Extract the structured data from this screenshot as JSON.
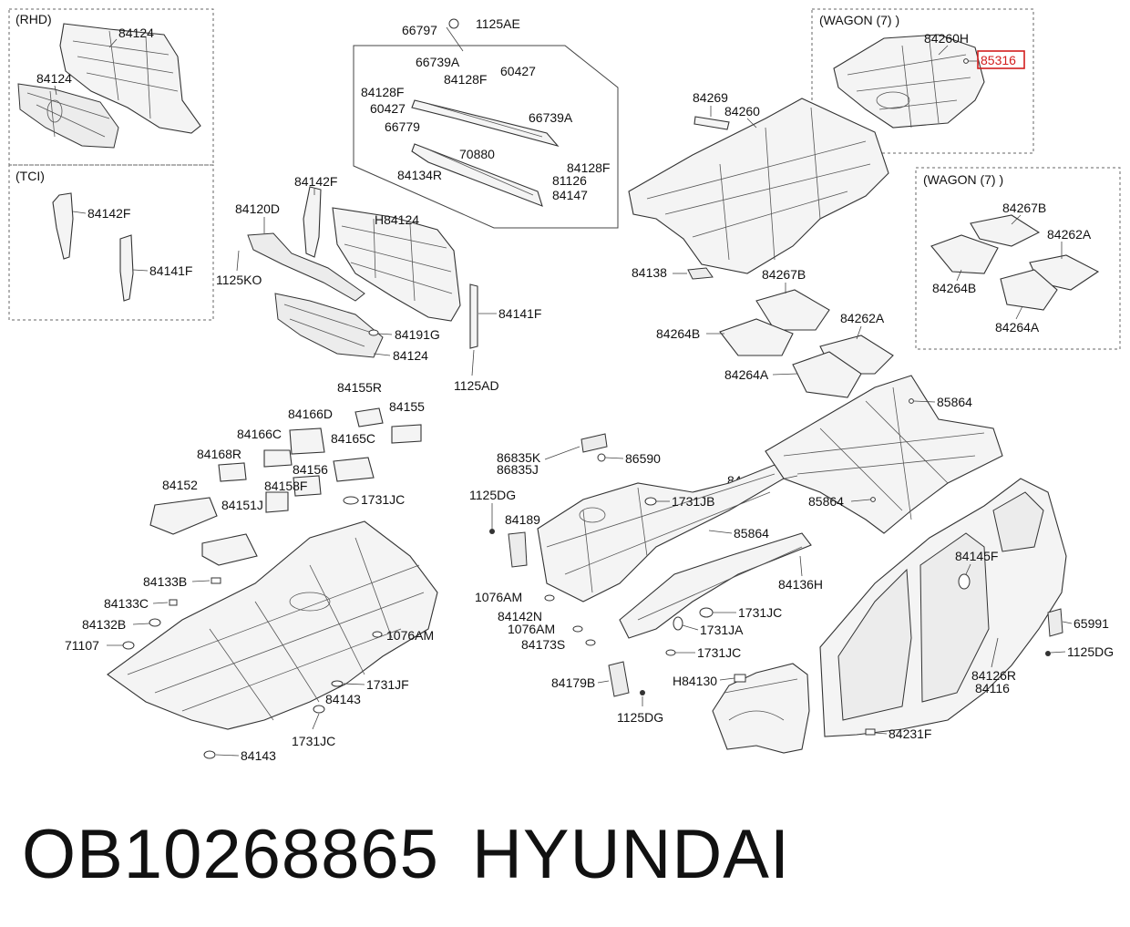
{
  "insets": {
    "rhd": "(RHD)",
    "tci": "(TCI)",
    "wagon_a": "(WAGON (7) )",
    "wagon_b": "(WAGON (7) )"
  },
  "highlight_color": "#d21e1e",
  "labels": {
    "l_84124_a": "84124",
    "l_84124_b": "84124",
    "l_84142F_a": "84142F",
    "l_84141F_a": "84141F",
    "l_66797": "66797",
    "l_1125AE": "1125AE",
    "l_66739A_a": "66739A",
    "l_60427_a": "60427",
    "l_84128F_a": "84128F",
    "l_84128F_b": "84128F",
    "l_60427_b": "60427",
    "l_66739A_b": "66739A",
    "l_66779": "66779",
    "l_70880": "70880",
    "l_84128F_c": "84128F",
    "l_84134R": "84134R",
    "l_81126": "81126",
    "l_84147": "84147",
    "l_84142F_b": "84142F",
    "l_84120D": "84120D",
    "l_H84124": "H84124",
    "l_1125KO": "1125KO",
    "l_84141F_b": "84141F",
    "l_84191G": "84191G",
    "l_84124_c": "84124",
    "l_1125AD": "1125AD",
    "l_84260H": "84260H",
    "l_85316": "85316",
    "l_84269": "84269",
    "l_84260": "84260",
    "l_84138": "84138",
    "l_84267B_a": "84267B",
    "l_84262A_a": "84262A",
    "l_84264B_a": "84264B",
    "l_84264A_a": "84264A",
    "l_84267B_b": "84267B",
    "l_84262A_b": "84262A",
    "l_84264B_b": "84264B",
    "l_84264A_b": "84264A",
    "l_85864_a": "85864",
    "l_84185A": "84185A",
    "l_85864_b": "85864",
    "l_84155R": "84155R",
    "l_84166D": "84166D",
    "l_84155": "84155",
    "l_84166C": "84166C",
    "l_84165C": "84165C",
    "l_84168R": "84168R",
    "l_84156": "84156",
    "l_84152": "84152",
    "l_84158F": "84158F",
    "l_1731JC_a": "1731JC",
    "l_84151J": "84151J",
    "l_84133B": "84133B",
    "l_84133C": "84133C",
    "l_84132B": "84132B",
    "l_71107": "71107",
    "l_1076AM_a": "1076AM",
    "l_1731JF": "1731JF",
    "l_84143_a": "84143",
    "l_1731JC_b": "1731JC",
    "l_84143_b": "84143",
    "l_86835K": "86835K",
    "l_86835J": "86835J",
    "l_86590": "86590",
    "l_1125DG_a": "1125DG",
    "l_1731JB": "1731JB",
    "l_84189": "84189",
    "l_85864_c": "85864",
    "l_84136H": "84136H",
    "l_1076AM_b": "1076AM",
    "l_84142N": "84142N",
    "l_1076AM_c": "1076AM",
    "l_1731JC_c": "1731JC",
    "l_84173S": "84173S",
    "l_1731JA": "1731JA",
    "l_1731JC_d": "1731JC",
    "l_84179B": "84179B",
    "l_1125DG_b": "1125DG",
    "l_H84130": "H84130",
    "l_84145F": "84145F",
    "l_65991": "65991",
    "l_1125DG_c": "1125DG",
    "l_84126R": "84126R",
    "l_84116": "84116",
    "l_84231F": "84231F"
  },
  "footer": {
    "part_number": "OB10268865",
    "brand": "HYUNDAI"
  }
}
